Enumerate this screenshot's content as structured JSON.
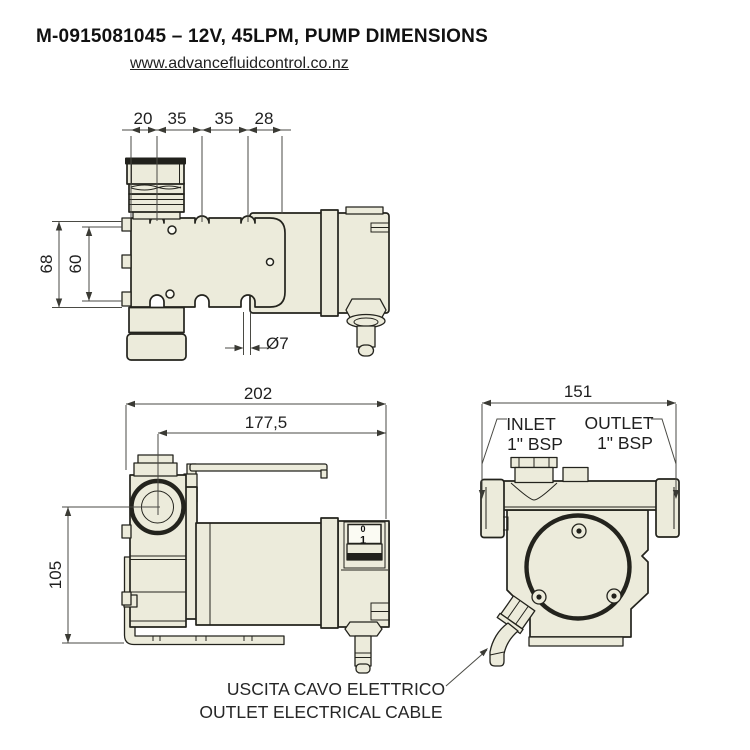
{
  "header": {
    "title": "M-0915081045 – 12V, 45LPM, PUMP DIMENSIONS",
    "website": "www.advancefluidcontrol.co.nz"
  },
  "top_view": {
    "chain_dims": [
      "20",
      "35",
      "35",
      "28"
    ],
    "height_outer": "68",
    "height_inner": "60",
    "hole_diameter": "Ø7"
  },
  "side_view": {
    "overall_length": "202",
    "length_to_port_center": "177,5",
    "height_to_port_center": "105",
    "switch_off": "0",
    "switch_on": "1"
  },
  "front_view": {
    "overall_width": "151",
    "inlet_label": "INLET",
    "inlet_size": "1\" BSP",
    "outlet_label": "OUTLET",
    "outlet_size": "1\" BSP"
  },
  "callouts": {
    "cable_outlet_it": "USCITA CAVO ELETTRICO",
    "cable_outlet_en": "OUTLET ELECTRICAL CABLE"
  },
  "colors": {
    "body_fill": "#ECEBDB",
    "outline": "#23231D",
    "dim_line": "#4A4A44",
    "text": "#1F1F1F"
  }
}
